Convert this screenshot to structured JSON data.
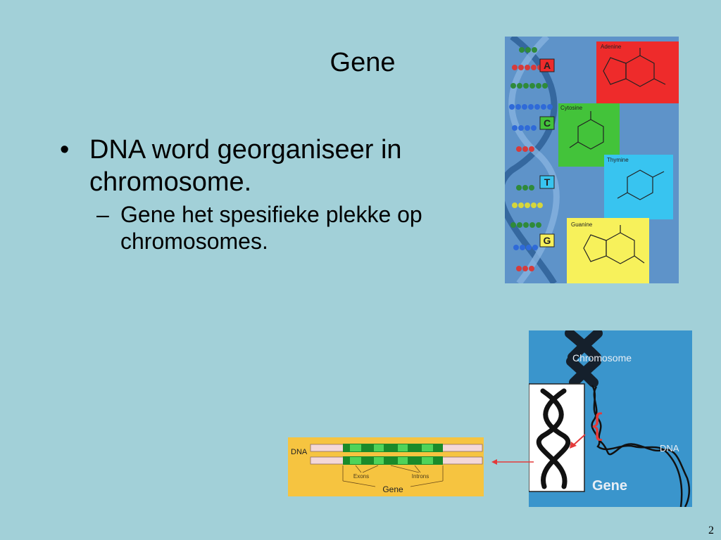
{
  "slide": {
    "title": "Gene",
    "bullet1": "DNA word georganiseer in chromosome.",
    "bullet2": "Gene het spesifieke plekke op chromosomes.",
    "bullet_mark": "•",
    "sub_mark": "–",
    "page_number": "2"
  },
  "bases_figure": {
    "letters": [
      "A",
      "C",
      "T",
      "G"
    ],
    "adenine": "Adenine",
    "cytosine": "Cytosine",
    "thymine": "Thymine",
    "guanine": "Guanine",
    "colors": {
      "background": "#5e93c9",
      "adenine": "#ee2b2b",
      "cytosine": "#43c33a",
      "thymine": "#38c4f0",
      "guanine": "#f7f15b"
    }
  },
  "chromosome_figure": {
    "chromosome_label": "Chromosome",
    "dna_label": "DNA",
    "gene_label": "Gene",
    "colors": {
      "background": "#3a95cc"
    }
  },
  "gene_figure": {
    "dna_label": "DNA",
    "exons_label": "Exons",
    "introns_label": "Introns",
    "gene_label": "Gene",
    "colors": {
      "background": "#f6c440",
      "exon": "#4fd35a",
      "intron": "#1a8a2a"
    }
  }
}
